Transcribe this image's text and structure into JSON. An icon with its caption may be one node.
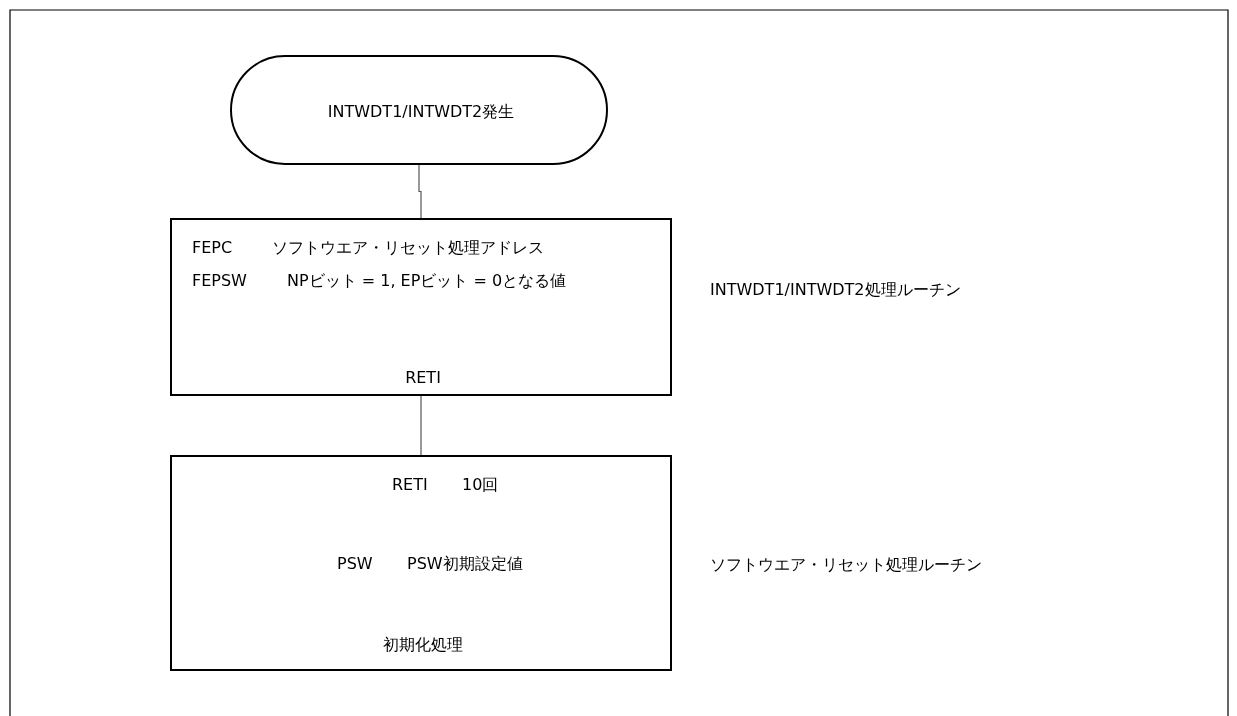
{
  "diagram": {
    "nodes": [
      {
        "text": [
          "INTWDT1/INTWDT2発生"
        ]
      },
      {
        "text": [
          "FEPC",
          "ソフトウエア・リセット処理アドレス",
          "FEPSW",
          "NPビット = 1, EPビット = 0となる値",
          "RETI"
        ],
        "beside": [
          "INTWDT1/INTWDT2処理ルーチン"
        ]
      },
      {
        "text": [
          "RETI",
          "10回",
          "PSW",
          "PSW初期設定値",
          "初期化処理"
        ],
        "beside": [
          "ソフトウエア・リセット処理ルーチン"
        ]
      }
    ],
    "edges": [
      {
        "from": 0,
        "to": 1,
        "arrow": "none"
      },
      {
        "from": 1,
        "to": 2,
        "arrow": "none"
      }
    ]
  }
}
